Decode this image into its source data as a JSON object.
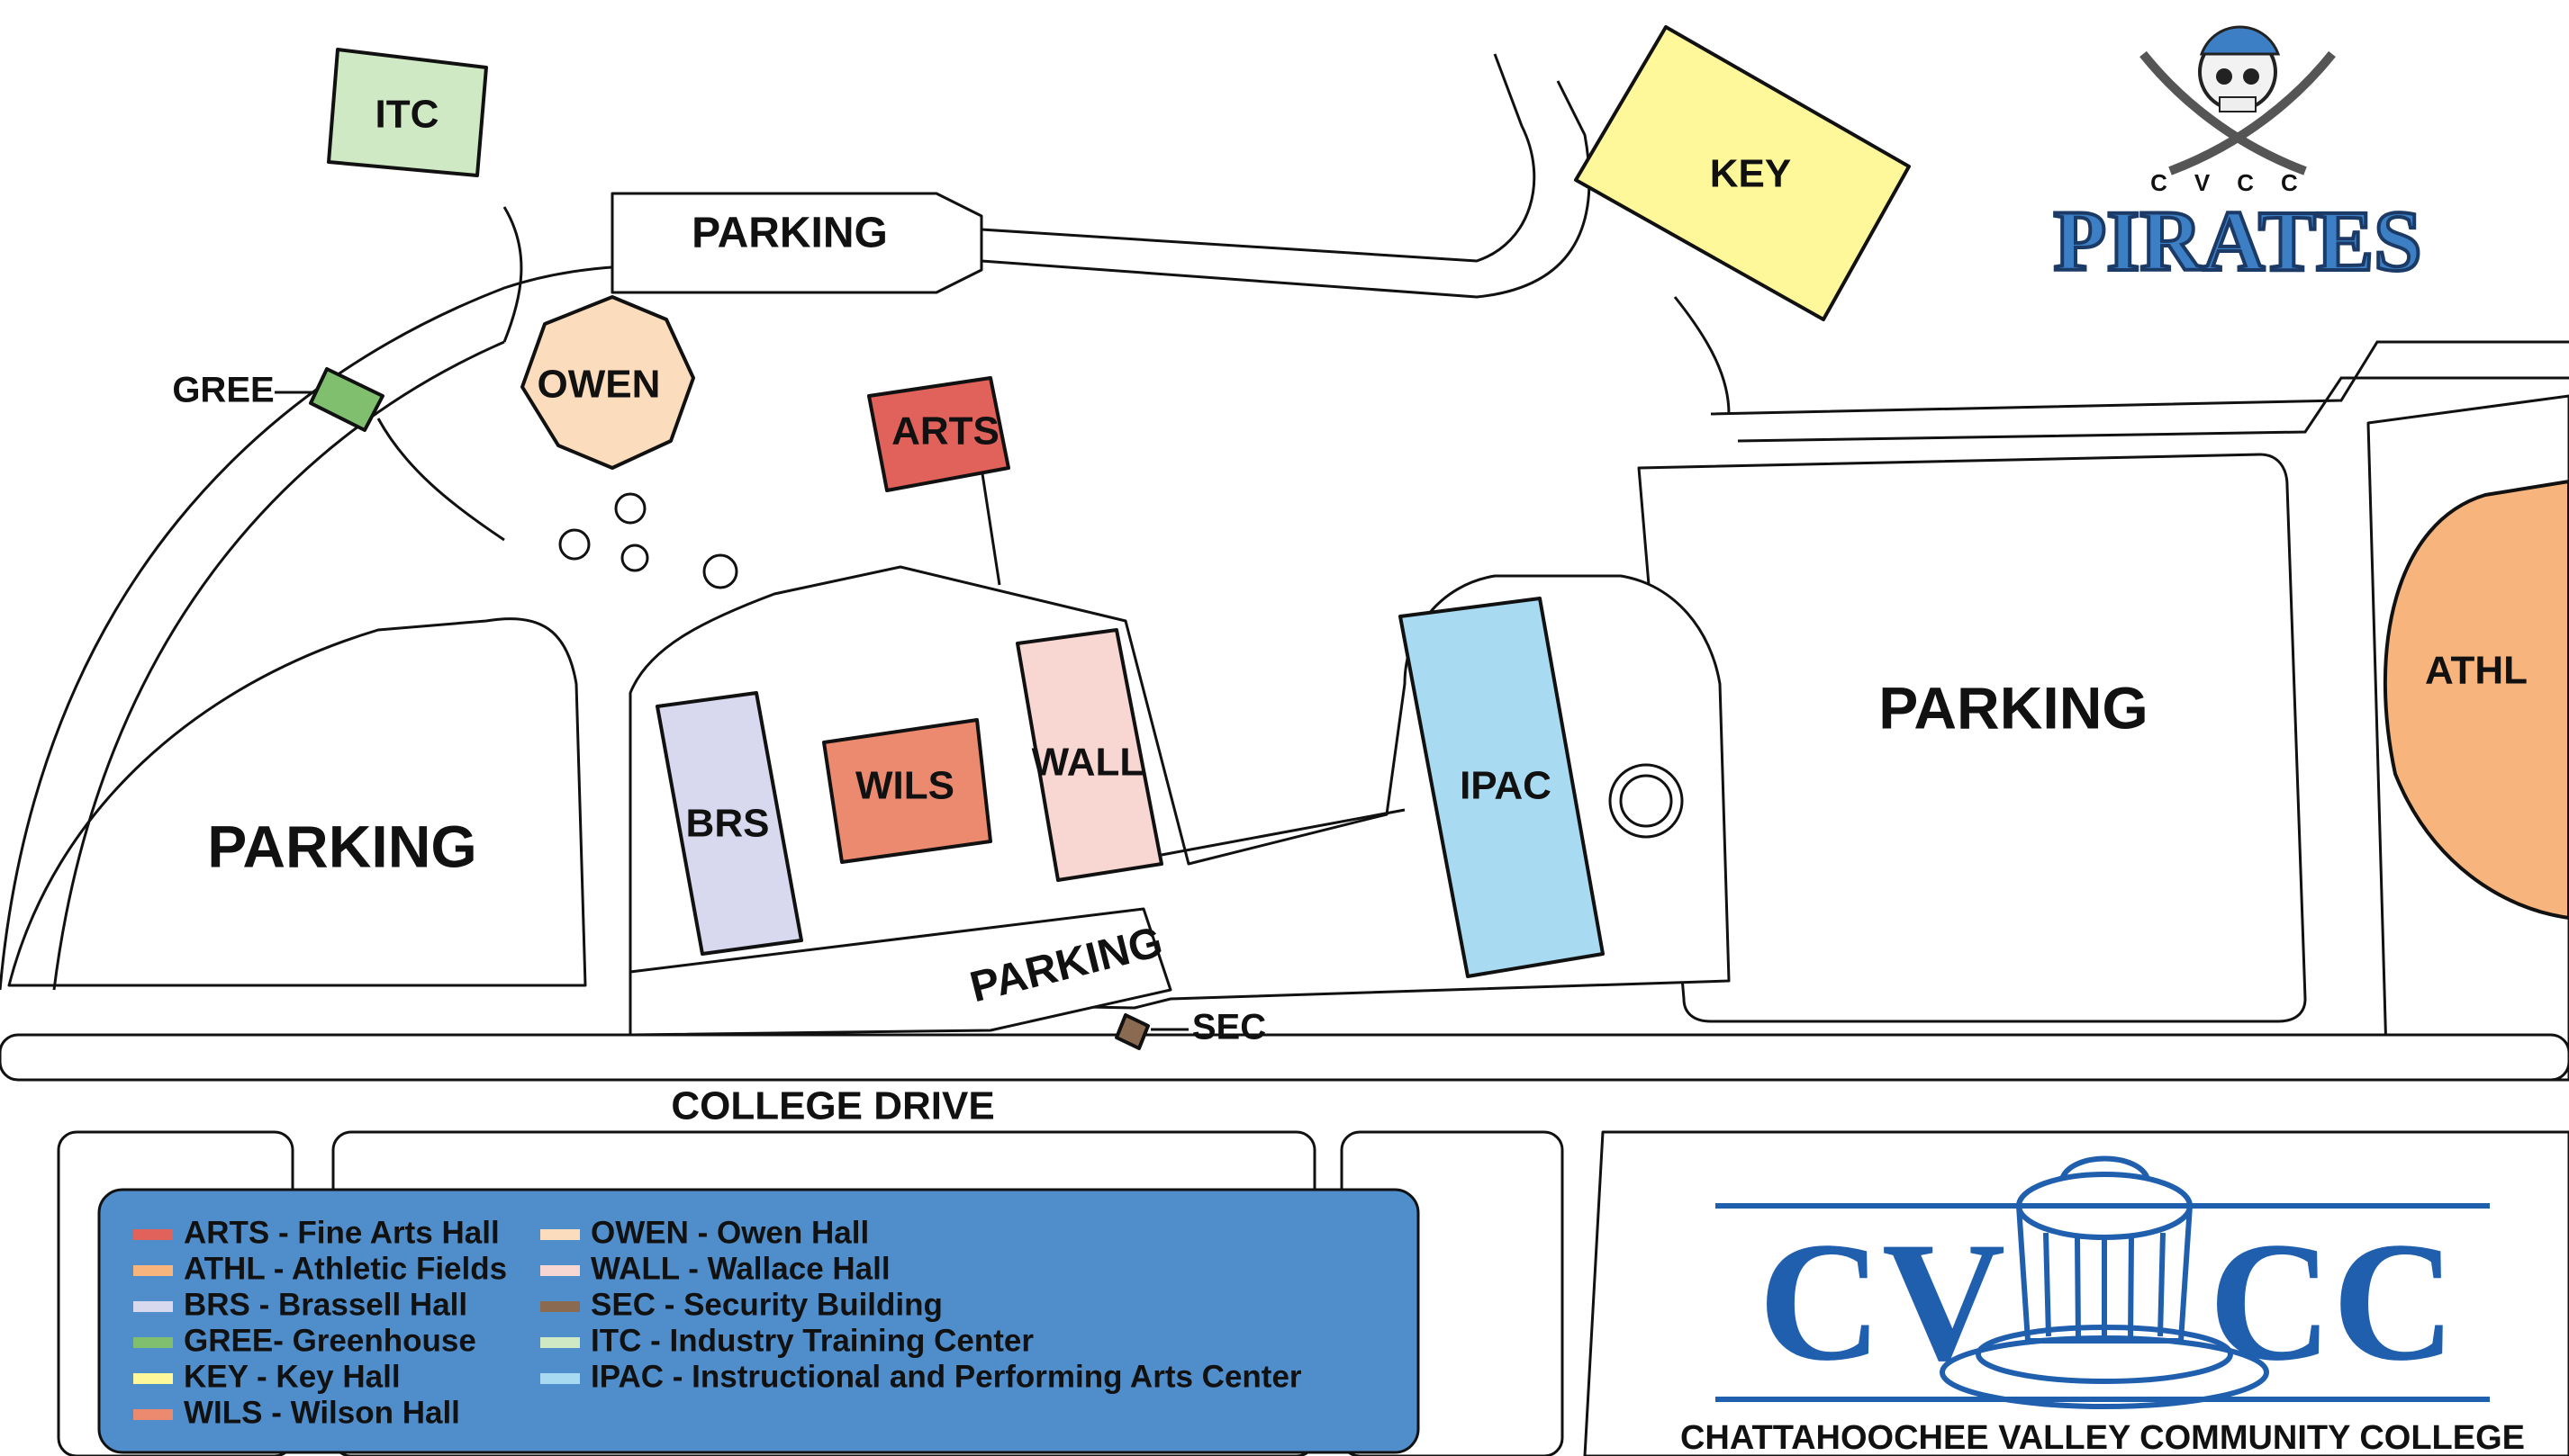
{
  "map": {
    "buildings": [
      {
        "id": "ITC",
        "label": "ITC",
        "color": "#cfe9c4"
      },
      {
        "id": "KEY",
        "label": "KEY",
        "color": "#fff89a"
      },
      {
        "id": "OWEN",
        "label": "OWEN",
        "color": "#fbdcbd"
      },
      {
        "id": "ARTS",
        "label": "ARTS",
        "color": "#e0625a"
      },
      {
        "id": "GREE",
        "label": "GREE",
        "color": "#7fbf6e"
      },
      {
        "id": "BRS",
        "label": "BRS",
        "color": "#d8d8ee"
      },
      {
        "id": "WILS",
        "label": "WILS",
        "color": "#ec8a70"
      },
      {
        "id": "WALL",
        "label": "WALL",
        "color": "#f8d7d2"
      },
      {
        "id": "IPAC",
        "label": "IPAC",
        "color": "#a8dbf1"
      },
      {
        "id": "ATHL",
        "label": "ATHL",
        "color": "#f7b47c"
      },
      {
        "id": "SEC",
        "label": "SEC",
        "color": "#8b6a52"
      }
    ],
    "labels": {
      "parking_top": "PARKING",
      "parking_left": "PARKING",
      "parking_center": "PARKING",
      "parking_right": "PARKING",
      "college_drive": "COLLEGE DRIVE"
    }
  },
  "logos": {
    "pirates_initials": "CVCC",
    "pirates_name": "PIRATES",
    "cvcc_left": "CV",
    "cvcc_right": "CC",
    "college_name": "CHATTAHOOCHEE VALLEY COMMUNITY COLLEGE",
    "brand_color": "#1f5fae",
    "pirates_color": "#3d7fc4"
  },
  "legend": {
    "background": "#4f8ecb",
    "items": [
      {
        "code": "ARTS",
        "text": "ARTS - Fine Arts Hall",
        "color": "#e0625a"
      },
      {
        "code": "ATHL",
        "text": "ATHL - Athletic Fields",
        "color": "#f7b47c"
      },
      {
        "code": "BRS",
        "text": "BRS - Brassell Hall",
        "color": "#d8d8ee"
      },
      {
        "code": "GREE",
        "text": "GREE- Greenhouse",
        "color": "#7fbf6e"
      },
      {
        "code": "KEY",
        "text": "KEY - Key Hall",
        "color": "#fff89a"
      },
      {
        "code": "WILS",
        "text": "WILS - Wilson Hall",
        "color": "#ec8a70"
      },
      {
        "code": "OWEN",
        "text": "OWEN - Owen Hall",
        "color": "#fbdcbd"
      },
      {
        "code": "WALL",
        "text": "WALL - Wallace Hall",
        "color": "#f8d7d2"
      },
      {
        "code": "SEC",
        "text": "SEC - Security Building",
        "color": "#8b6a52"
      },
      {
        "code": "ITC",
        "text": "ITC - Industry Training Center",
        "color": "#cfe9c4"
      },
      {
        "code": "IPAC",
        "text": "IPAC - Instructional and Performing Arts Center",
        "color": "#a8dbf1"
      }
    ]
  }
}
